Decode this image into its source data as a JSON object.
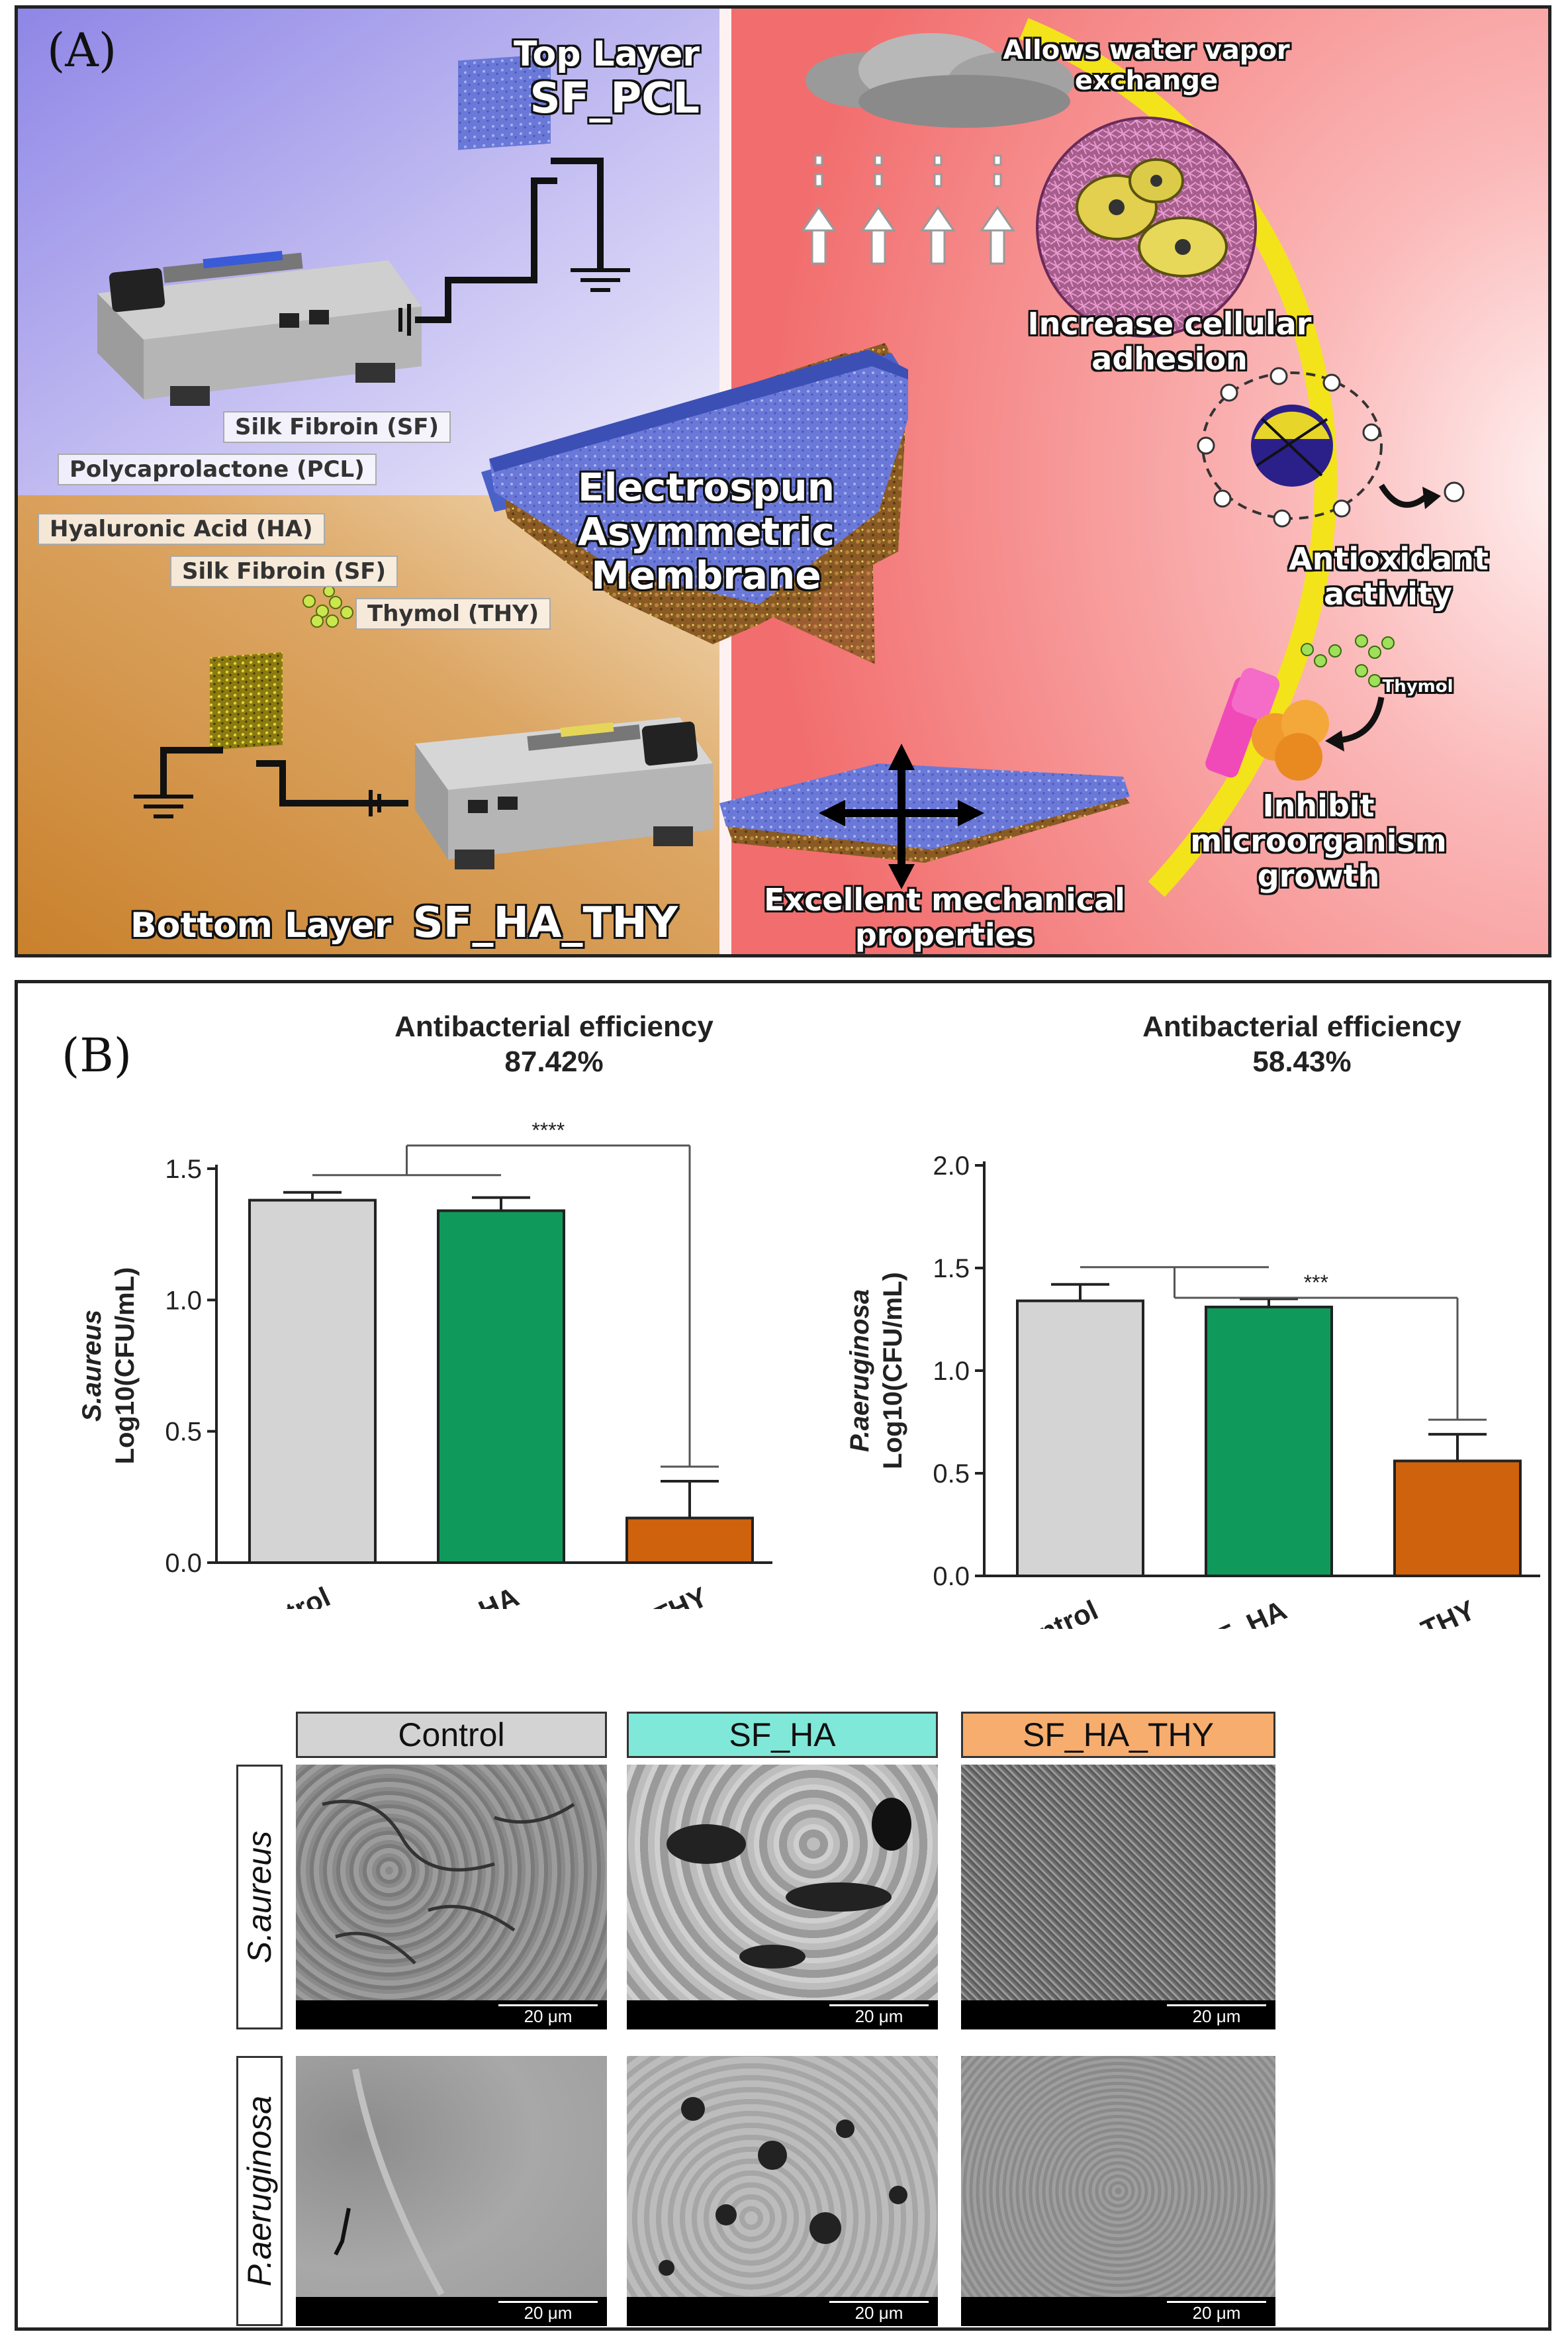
{
  "panel_a": {
    "label": "(A)",
    "top_layer": {
      "prefix": "Top Layer",
      "name": "SF_PCL"
    },
    "bottom_layer": {
      "prefix": "Bottom Layer",
      "name": "SF_HA_THY"
    },
    "top_components": [
      "Silk Fibroin (SF)",
      "Polycaprolactone (PCL)"
    ],
    "bottom_components": [
      "Hyaluronic Acid (HA)",
      "Silk Fibroin (SF)",
      "Thymol (THY)"
    ],
    "membrane_label": "Electrospun Asymmetric Membrane",
    "features": {
      "vapor": "Allows water vapor exchange",
      "adhesion": "Increase cellular adhesion",
      "antioxidant": "Antioxidant activity",
      "thymol": "Thymol",
      "microorganism": "Inhibit microorganism growth",
      "mechanical": "Excellent mechanical properties"
    },
    "colors": {
      "top_bg": "#b7b0ee",
      "bottom_bg": "#d69a44",
      "right_bg": "#f59393",
      "arc": "#f3e31b"
    }
  },
  "panel_b": {
    "label": "(B)",
    "chart_data": [
      {
        "type": "bar",
        "title": "Antibacterial efficiency",
        "subtitle": "87.42%",
        "ylabel_species": "S.aureus",
        "ylabel": "Log10(CFU/mL)",
        "categories": [
          "Control",
          "SF_HA",
          "SF_HA_THY"
        ],
        "values": [
          1.38,
          1.34,
          0.17
        ],
        "errors": [
          0.03,
          0.05,
          0.14
        ],
        "ylim": [
          0,
          1.5
        ],
        "yticks": [
          "0.0",
          "0.5",
          "1.0",
          "1.5"
        ],
        "significance": "****",
        "colors": [
          "#d4d4d4",
          "#0f9a5c",
          "#cf620c"
        ]
      },
      {
        "type": "bar",
        "title": "Antibacterial efficiency",
        "subtitle": "58.43%",
        "ylabel_species": "P.aeruginosa",
        "ylabel": "Log10(CFU/mL)",
        "categories": [
          "Control",
          "SF_HA",
          "SF_HA_THY"
        ],
        "values": [
          1.34,
          1.31,
          0.56
        ],
        "errors": [
          0.08,
          0.04,
          0.13
        ],
        "ylim": [
          0,
          2.0
        ],
        "yticks": [
          "0.0",
          "0.5",
          "1.0",
          "1.5",
          "2.0"
        ],
        "significance": "***",
        "colors": [
          "#d4d4d4",
          "#0f9a5c",
          "#cf620c"
        ]
      }
    ],
    "sem": {
      "columns": [
        "Control",
        "SF_HA",
        "SF_HA_THY"
      ],
      "column_colors": [
        "#d3d3d3",
        "#80e8d8",
        "#f7ad6e"
      ],
      "rows": [
        "S.aureus",
        "P.aeruginosa"
      ],
      "scale_label": "20 μm"
    }
  }
}
